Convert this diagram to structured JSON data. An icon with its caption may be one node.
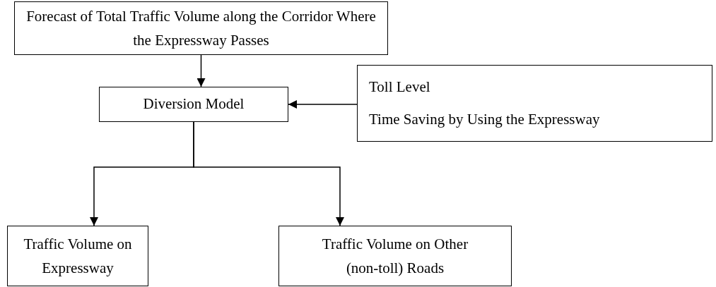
{
  "diagram": {
    "nodes": [
      {
        "text": [
          "Forecast of Total Traffic Volume along the Corridor Where the Expressway Passes"
        ]
      },
      {
        "text": [
          "Diversion Model"
        ]
      },
      {
        "text": [
          "Toll Level",
          "Time Saving by Using the Expressway"
        ]
      },
      {
        "text": [
          "Traffic Volume on Expressway"
        ]
      },
      {
        "text": [
          "Traffic Volume on Other (non-toll) Roads"
        ]
      }
    ],
    "edges": [
      {
        "from": 0,
        "to": 1,
        "arrow": "to"
      },
      {
        "from": 2,
        "to": 1,
        "arrow": "to"
      },
      {
        "from": 1,
        "to": 3,
        "arrow": "to"
      },
      {
        "from": 1,
        "to": 4,
        "arrow": "to"
      }
    ]
  }
}
